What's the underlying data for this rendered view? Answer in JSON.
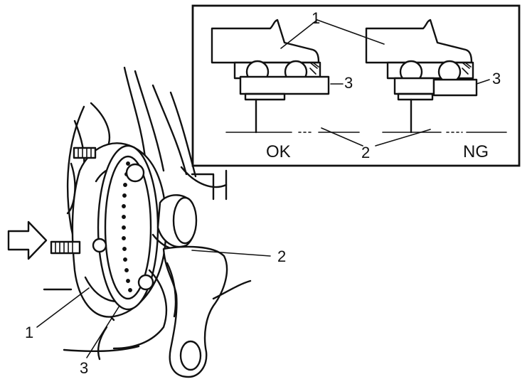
{
  "callouts": {
    "hub": "1",
    "sensor": "2",
    "seal": "3"
  },
  "detail": {
    "ok_label": "OK",
    "ng_label": "NG",
    "hub": "1",
    "sensor": "2",
    "seal_left": "3",
    "seal_right": "3"
  },
  "colors": {
    "ink": "#111111",
    "paper": "#ffffff"
  }
}
